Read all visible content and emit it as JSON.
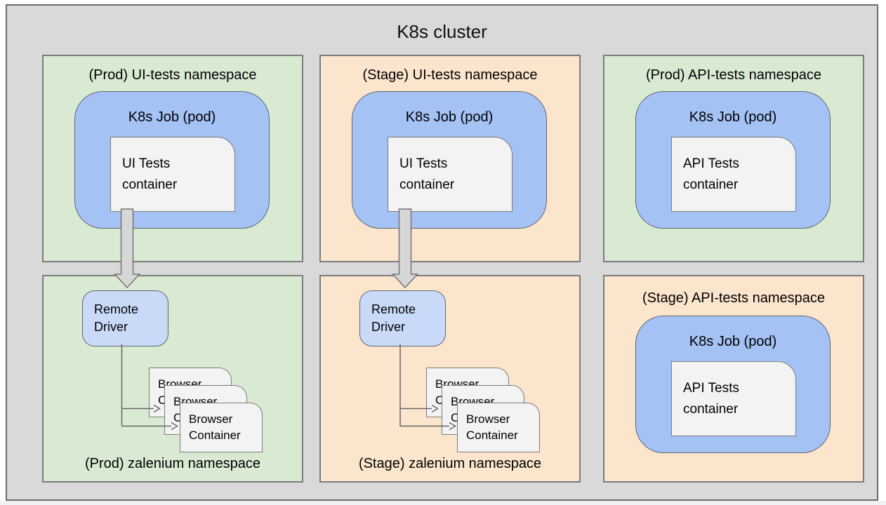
{
  "title": "K8s cluster",
  "colors": {
    "cluster_bg": "#d9d9d9",
    "prod_green": "#d9ead3",
    "stage_orange": "#fce5cd",
    "pod_blue": "#a4c2f4",
    "driver_blue": "#c9daf8",
    "container_gray": "#f3f3f3",
    "border_gray": "#7b7b7b"
  },
  "namespaces": [
    {
      "id": "prod-ui-tests",
      "label": "(Prod) UI-tests namespace",
      "pod": {
        "title": "K8s Job (pod)",
        "container": "UI Tests container"
      }
    },
    {
      "id": "stage-ui-tests",
      "label": "(Stage) UI-tests namespace",
      "pod": {
        "title": "K8s Job (pod)",
        "container": "UI Tests container"
      }
    },
    {
      "id": "prod-api-tests",
      "label": "(Prod) API-tests namespace",
      "pod": {
        "title": "K8s Job (pod)",
        "container": "API Tests container"
      }
    },
    {
      "id": "prod-zalenium",
      "label": "(Prod) zalenium namespace",
      "driver": "Remote Driver",
      "browsers": [
        "Browser Container",
        "Browser Container",
        "Browser Container"
      ]
    },
    {
      "id": "stage-zalenium",
      "label": "(Stage) zalenium namespace",
      "driver": "Remote Driver",
      "browsers": [
        "Browser Container",
        "Browser Container",
        "Browser Container"
      ]
    },
    {
      "id": "stage-api-tests",
      "label": "(Stage) API-tests namespace",
      "pod": {
        "title": "K8s Job (pod)",
        "container": "API Tests container"
      }
    }
  ],
  "connections": [
    {
      "from": "prod-ui-tests/container",
      "to": "prod-zalenium/driver",
      "style": "thick-block-arrow"
    },
    {
      "from": "stage-ui-tests/container",
      "to": "stage-zalenium/driver",
      "style": "thick-block-arrow"
    },
    {
      "from": "prod-zalenium/driver",
      "to": "prod-zalenium/browsers",
      "style": "thin-branching-arrows"
    },
    {
      "from": "stage-zalenium/driver",
      "to": "stage-zalenium/browsers",
      "style": "thin-branching-arrows"
    }
  ]
}
